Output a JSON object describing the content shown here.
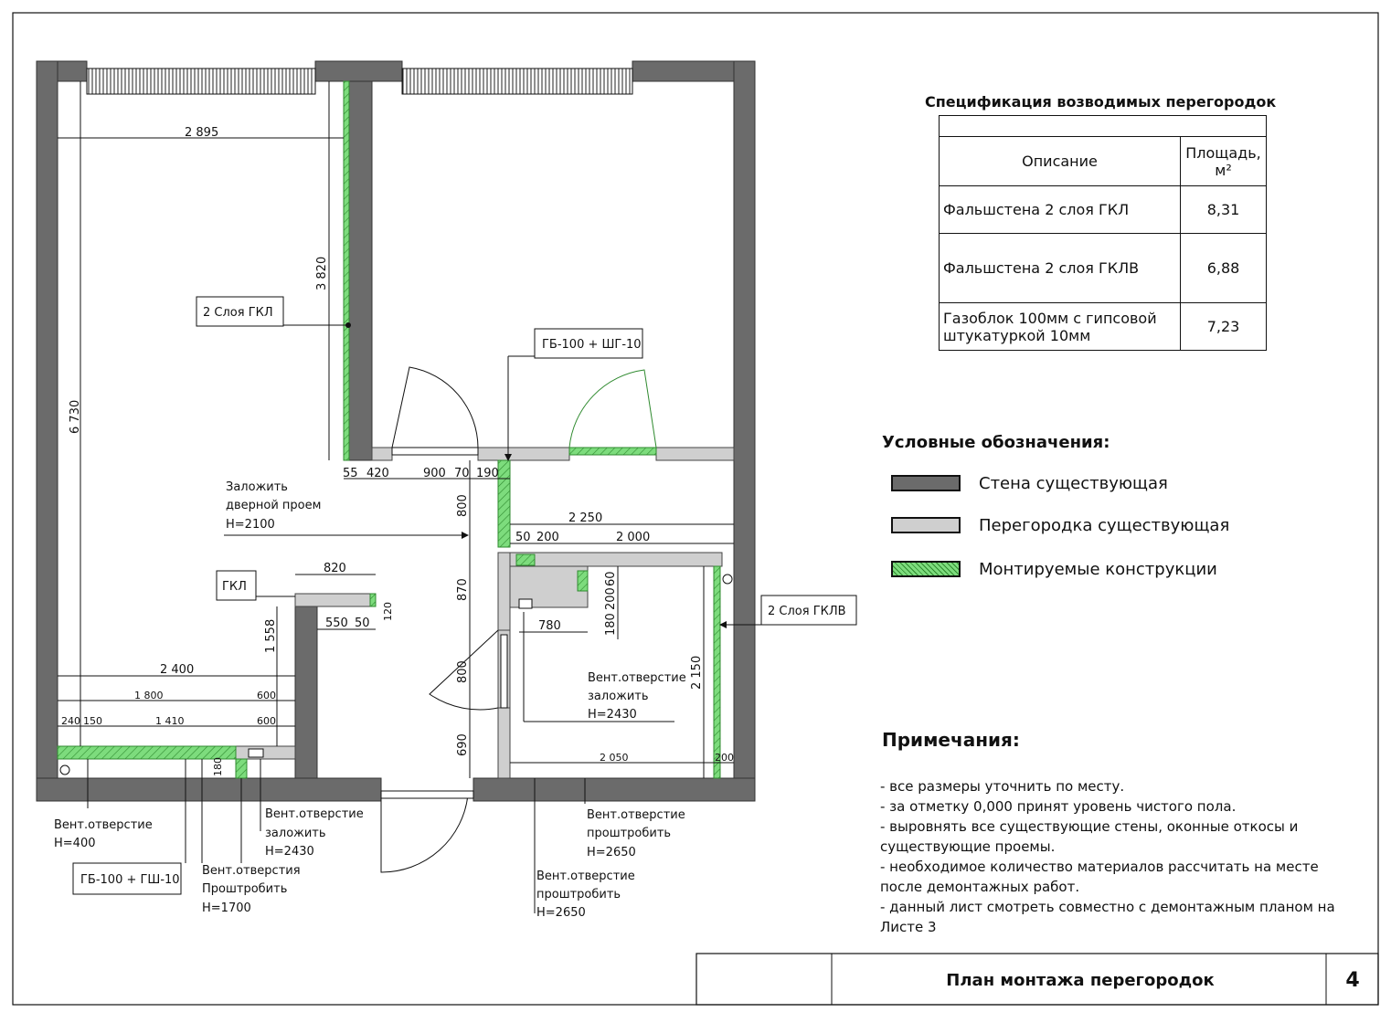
{
  "spec": {
    "title": "Спецификация возводимых перегородок",
    "col_desc": "Описание",
    "col_area": "Площадь, м²",
    "rows": [
      {
        "desc": "Фальшстена 2 слоя ГКЛ",
        "area": "8,31"
      },
      {
        "desc": "Фальшстена 2 слоя ГКЛВ",
        "area": "6,88"
      },
      {
        "desc": "Газоблок 100мм с гипсовой штукатуркой 10мм",
        "area": "7,23"
      }
    ]
  },
  "legend": {
    "title": "Условные обозначения:",
    "items": [
      {
        "label": "Стена существующая",
        "color": "#6b6b6b"
      },
      {
        "label": "Перегородка существующая",
        "color": "#cfcfcf"
      },
      {
        "label": "Монтируемые конструкции",
        "color": "#6fd66f"
      }
    ]
  },
  "notes": {
    "title": "Примечания:",
    "lines": [
      "- все размеры уточнить по месту.",
      "- за отметку 0,000 принят уровень чистого пола.",
      "- выровнять все существующие стены, оконные откосы и существующие проемы.",
      "- необходимое количество материалов рассчитать на месте после демонтажных работ.",
      "- данный лист смотреть совместно с демонтажным планом на Листе 3"
    ]
  },
  "title_block": {
    "sheet_name": "План монтажа перегородок",
    "sheet_number": "4"
  },
  "plan": {
    "callouts": {
      "gkl2": "2 Слоя ГКЛ",
      "gb_shg": "ГБ-100 + ШГ-10",
      "gkl": "ГКЛ",
      "gklv2": "2 Слоя ГКЛВ",
      "gb_shsh": "ГБ-100 + ГШ-10"
    },
    "dims": {
      "d2895": "2 895",
      "d3820": "3 820",
      "d6730": "6 730",
      "d55": "55",
      "d420": "420",
      "d900": "900",
      "d70": "70",
      "d190": "190",
      "d800a": "800",
      "d2250": "2 250",
      "d50a": "50",
      "d200a": "200",
      "d2000": "2 000",
      "d820": "820",
      "d1558": "1 558",
      "d550": "550",
      "d50b": "50",
      "d120": "120",
      "d870": "870",
      "d60": "60",
      "d200b": "200",
      "d180a": "180",
      "d780": "780",
      "d2400": "2 400",
      "d1800": "1 800",
      "d600a": "600",
      "d240": "240",
      "d150": "150",
      "d1410": "1 410",
      "d600b": "600",
      "d800b": "800",
      "d2150": "2 150",
      "d690": "690",
      "d2050": "2 050",
      "d200c": "200",
      "d180b": "180"
    },
    "notes": {
      "zalozhit_1": "Заложить",
      "zalozhit_2": "дверной проем",
      "zalozhit_3": "H=2100",
      "vent_zal_1": "Вент.отверстие",
      "vent_zal_2": "заложить",
      "vent_zal_3": "H=2430",
      "vent400_1": "Вент.отверстие",
      "vent400_2": "H=400",
      "vent_bot_zal_1": "Вент.отверстие",
      "vent_bot_zal_2": "заложить",
      "vent_bot_zal_3": "H=2430",
      "vent1700_1": "Вент.отверстия",
      "vent1700_2": "Проштробить",
      "vent1700_3": "H=1700",
      "vent2650a_1": "Вент.отверстие",
      "vent2650a_2": "проштробить",
      "vent2650a_3": "H=2650",
      "vent2650b_1": "Вент.отверстие",
      "vent2650b_2": "проштробить",
      "vent2650b_3": "H=2650"
    }
  }
}
